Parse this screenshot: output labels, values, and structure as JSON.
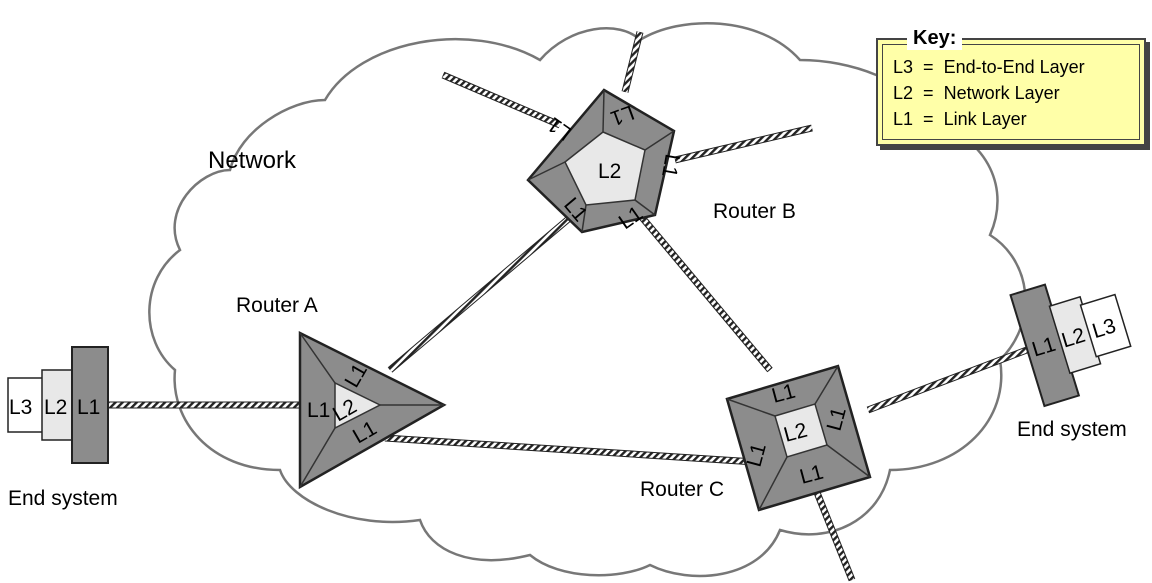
{
  "network_label": "Network",
  "routers": [
    {
      "name": "Router A",
      "layers": [
        "L1",
        "L1",
        "L1",
        "L2"
      ]
    },
    {
      "name": "Router B",
      "layers": [
        "L1",
        "L1",
        "L1",
        "L1",
        "L1",
        "L2"
      ]
    },
    {
      "name": "Router C",
      "layers": [
        "L1",
        "L1",
        "L1",
        "L1",
        "L2"
      ]
    }
  ],
  "end_systems": [
    {
      "name": "End system",
      "layers": [
        "L3",
        "L2",
        "L1"
      ]
    },
    {
      "name": "End system",
      "layers": [
        "L1",
        "L2",
        "L3"
      ]
    }
  ],
  "key": {
    "title": "Key:",
    "rows": [
      {
        "code": "L3",
        "eq": "=",
        "meaning": "End-to-End Layer"
      },
      {
        "code": "L2",
        "eq": "=",
        "meaning": "Network Layer"
      },
      {
        "code": "L1",
        "eq": "=",
        "meaning": "Link Layer"
      }
    ]
  },
  "colors": {
    "dark": "#8c8c8c",
    "light": "#e8e8e8",
    "key_bg": "#ffffa8"
  }
}
